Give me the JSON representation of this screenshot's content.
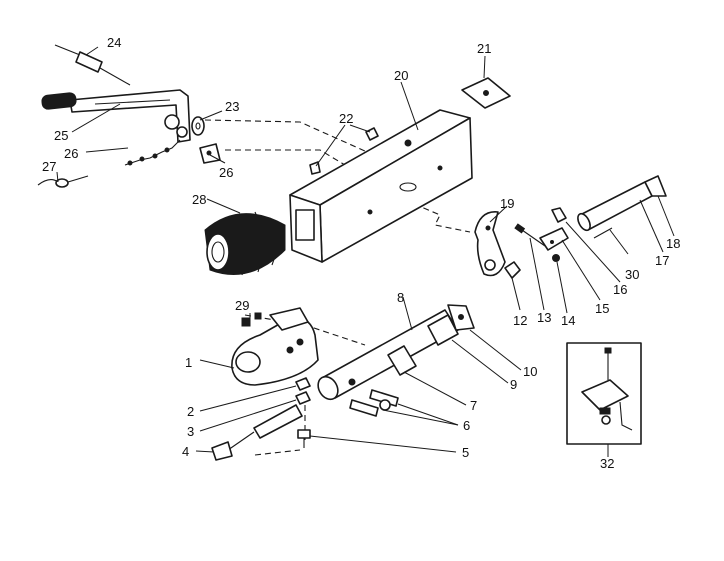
{
  "callouts": {
    "c1": "1",
    "c2": "2",
    "c3": "3",
    "c4": "4",
    "c5": "5",
    "c6": "6",
    "c7": "7",
    "c8": "8",
    "c9": "9",
    "c10": "10",
    "c11": "12",
    "c12": "13",
    "c13": "14",
    "c14": "15",
    "c15": "16",
    "c16": "17",
    "c17": "18",
    "c18": "19",
    "c19": "20",
    "c20": "21",
    "c21": "22",
    "c22": "23",
    "c23": "24",
    "c24": "25",
    "c25": "26",
    "c26": "26",
    "c27": "27",
    "c28": "28",
    "c29": "29",
    "c30": "30",
    "c31": "32"
  },
  "colors": {
    "ink": "#1a1a1a",
    "background": "#ffffff"
  }
}
